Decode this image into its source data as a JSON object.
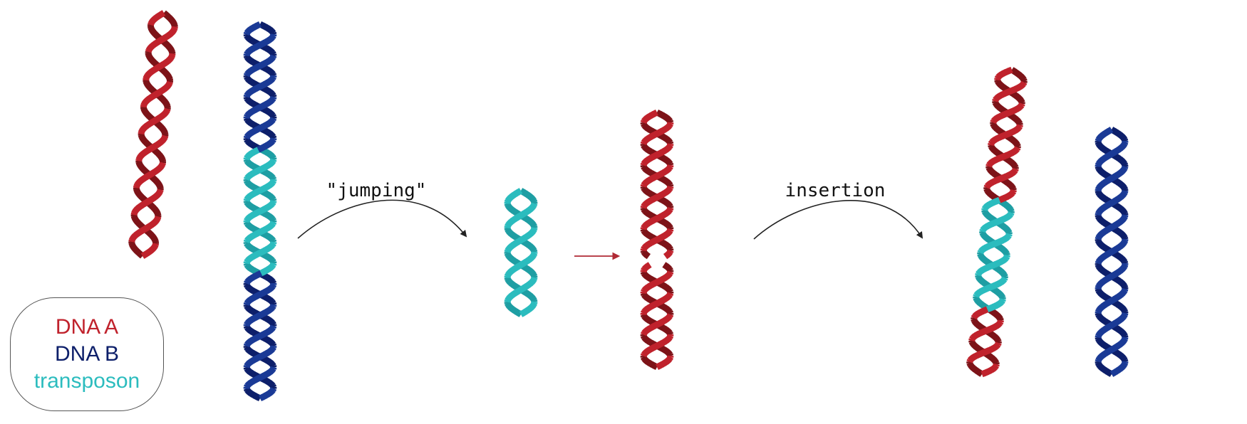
{
  "colors": {
    "dna_a": "#c0222c",
    "dna_a_dark": "#7d1318",
    "dna_b": "#1a3a96",
    "dna_b_dark": "#0d1f6a",
    "transposon": "#2bbcbe",
    "transposon_dark": "#1e9ea3",
    "arrow": "#222222",
    "arrow_red": "#b02a35"
  },
  "labels": {
    "jumping": "\"jumping\"",
    "insertion": "insertion"
  },
  "legend": {
    "dna_a": "DNA A",
    "dna_b": "DNA B",
    "transposon": "transposon"
  },
  "helices": [
    {
      "name": "helix-dna-a-original",
      "segments": [
        {
          "color": "dna_a",
          "turns": 4.5
        }
      ]
    },
    {
      "name": "helix-dna-b-with-transposon",
      "segments": [
        {
          "color": "dna_b",
          "turns": 3
        },
        {
          "color": "transposon",
          "turns": 3
        },
        {
          "color": "dna_b",
          "turns": 3
        }
      ]
    },
    {
      "name": "helix-transposon-free",
      "segments": [
        {
          "color": "transposon",
          "turns": 2.5
        }
      ]
    },
    {
      "name": "helix-dna-a-cut",
      "segments": [
        {
          "color": "dna_a",
          "turns": 3.5
        },
        {
          "color": "dna_a",
          "turns": 2.5
        }
      ]
    },
    {
      "name": "helix-dna-a-with-transposon",
      "segments": [
        {
          "color": "dna_a",
          "turns": 3
        },
        {
          "color": "transposon",
          "turns": 2.5
        },
        {
          "color": "dna_a",
          "turns": 1.5
        }
      ]
    },
    {
      "name": "helix-dna-b-repaired",
      "segments": [
        {
          "color": "dna_b",
          "turns": 5
        }
      ]
    }
  ]
}
